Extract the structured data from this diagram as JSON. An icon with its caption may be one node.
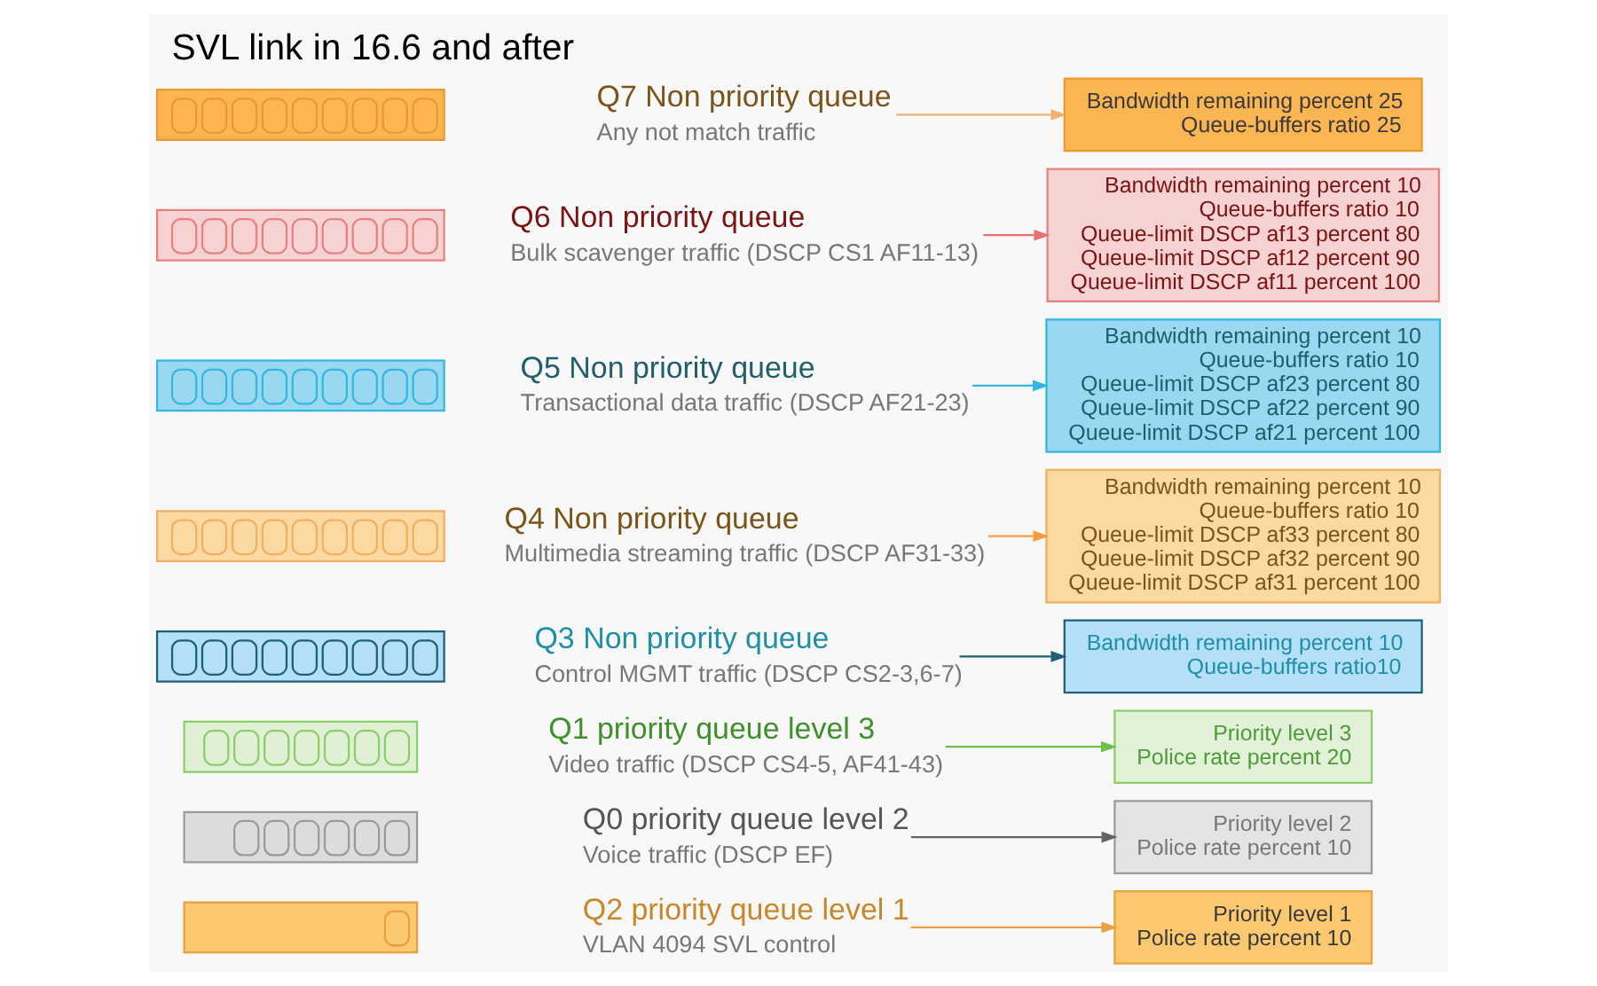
{
  "diagram": {
    "title": "SVL link in 16.6 and after",
    "nodes": [
      {
        "text": [],
        "shape": "bar"
      },
      {
        "text": [
          "Q2 priority queue level 1",
          "VLAN 4094 SVL control"
        ]
      },
      {
        "text": [
          "Priority level 1",
          "Police rate percent 10"
        ]
      },
      {
        "text": [],
        "shape": "bar"
      },
      {
        "text": [
          "Q0 priority queue level 2",
          "Voice traffic (DSCP EF)"
        ]
      },
      {
        "text": [
          "Priority level 2",
          "Police rate percent 10"
        ]
      },
      {
        "text": [],
        "shape": "bar"
      },
      {
        "text": [
          "Q1 priority queue level 3",
          "Video traffic (DSCP CS4-5, AF41-43)"
        ]
      },
      {
        "text": [
          "Priority level 3",
          "Police rate percent 20"
        ]
      },
      {
        "text": [],
        "shape": "bar"
      },
      {
        "text": [
          "Q3 Non priority queue",
          "Control MGMT traffic (DSCP CS2-3,6-7)"
        ]
      },
      {
        "text": [
          "Bandwidth remaining percent 10",
          "Queue-buffers ratio10"
        ]
      },
      {
        "text": [],
        "shape": "bar"
      },
      {
        "text": [
          "Q4 Non priority queue",
          "Multimedia streaming traffic (DSCP AF31-33)"
        ]
      },
      {
        "text": [
          "Bandwidth remaining percent 10",
          "Queue-buffers ratio 10",
          "Queue-limit DSCP af33 percent 80",
          "Queue-limit DSCP af32 percent 90",
          "Queue-limit DSCP af31 percent 100"
        ]
      },
      {
        "text": [],
        "shape": "bar"
      },
      {
        "text": [
          "Q5 Non priority queue",
          "Transactional data traffic (DSCP AF21-23)"
        ]
      },
      {
        "text": [
          "Bandwidth remaining percent 10",
          "Queue-buffers ratio 10",
          "Queue-limit DSCP af23 percent 80",
          "Queue-limit DSCP af22 percent 90",
          "Queue-limit DSCP af21 percent 100"
        ]
      },
      {
        "text": [],
        "shape": "bar"
      },
      {
        "text": [
          "Q6 Non priority queue",
          "Bulk scavenger traffic (DSCP CS1 AF11-13)"
        ]
      },
      {
        "text": [
          "Bandwidth remaining percent 10",
          "Queue-buffers ratio 10",
          "Queue-limit DSCP af13 percent 80",
          "Queue-limit DSCP af12 percent 90",
          "Queue-limit DSCP af11 percent 100"
        ]
      },
      {
        "text": [],
        "shape": "bar"
      },
      {
        "text": [
          "Q7 Non priority queue",
          "Any not match traffic"
        ]
      },
      {
        "text": [
          "Bandwidth remaining percent 25",
          "Queue-buffers ratio 25"
        ]
      }
    ],
    "edges": [
      {
        "from": 1,
        "to": 2,
        "arrow": "to",
        "color": "#e8a040"
      },
      {
        "from": 4,
        "to": 5,
        "arrow": "to",
        "color": "#606468"
      },
      {
        "from": 7,
        "to": 8,
        "arrow": "to",
        "color": "#6cc04a"
      },
      {
        "from": 10,
        "to": 11,
        "arrow": "to",
        "color": "#1f5f7a"
      },
      {
        "from": 13,
        "to": 14,
        "arrow": "to",
        "color": "#f5a040"
      },
      {
        "from": 16,
        "to": 17,
        "arrow": "to",
        "color": "#30b8e0"
      },
      {
        "from": 19,
        "to": 20,
        "arrow": "to",
        "color": "#e87070"
      },
      {
        "from": 22,
        "to": 23,
        "arrow": "to",
        "color": "#f0b070"
      }
    ]
  }
}
